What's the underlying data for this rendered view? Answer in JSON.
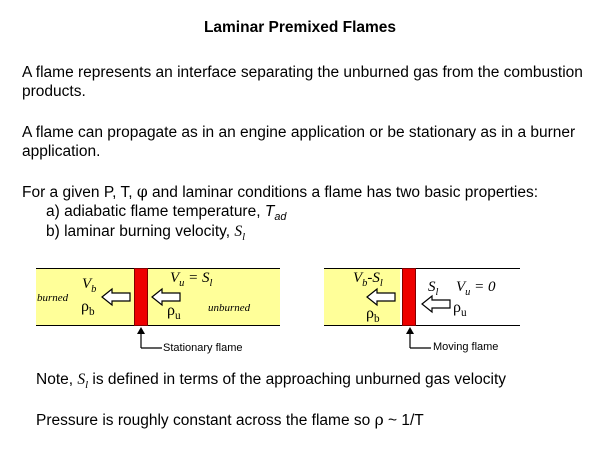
{
  "title": "Laminar Premixed Flames",
  "para1": "A flame represents an interface separating the unburned gas from the combustion products.",
  "para2": "A flame can propagate as in an engine application or be stationary as in a burner application.",
  "para3": {
    "prefix": "For a given P, T, ",
    "phi": "φ",
    "suffix": " and laminar conditions a flame has two basic properties:"
  },
  "properties": {
    "a_text": "a) adiabatic flame temperature, ",
    "a_symbol": "T",
    "a_sub": "ad",
    "b_text": "b) laminar burning velocity, ",
    "b_symbol": "S",
    "b_sub": "l"
  },
  "diagram_left": {
    "burned_label": "burned",
    "unburned_label": "unburned",
    "vb": "V",
    "vb_sub": "b",
    "rho_b": "ρ",
    "rho_b_sub": "b",
    "vu_eq": "V",
    "vu_sub": "u",
    "vu_rhs": " = S",
    "vu_rhs_sub": "l",
    "rho_u": "ρ",
    "rho_u_sub": "u",
    "caption": "Stationary flame"
  },
  "diagram_right": {
    "vb_minus": "V",
    "vb_minus_sub": "b",
    "vb_minus_rest": "-S",
    "vb_minus_rest_sub": "l",
    "rho_b": "ρ",
    "rho_b_sub": "b",
    "sl": "S",
    "sl_sub": "l",
    "vu": "V",
    "vu_sub": "u",
    "vu_rhs": " = 0",
    "rho_u": "ρ",
    "rho_u_sub": "u",
    "caption": "Moving flame"
  },
  "note": {
    "prefix": "Note, ",
    "symbol": "S",
    "sub": "l",
    "suffix": " is defined in terms of the approaching unburned gas velocity"
  },
  "pressure": {
    "prefix": "Pressure is roughly constant across the flame so ",
    "rho": "ρ",
    "suffix": " ~ 1/T"
  }
}
